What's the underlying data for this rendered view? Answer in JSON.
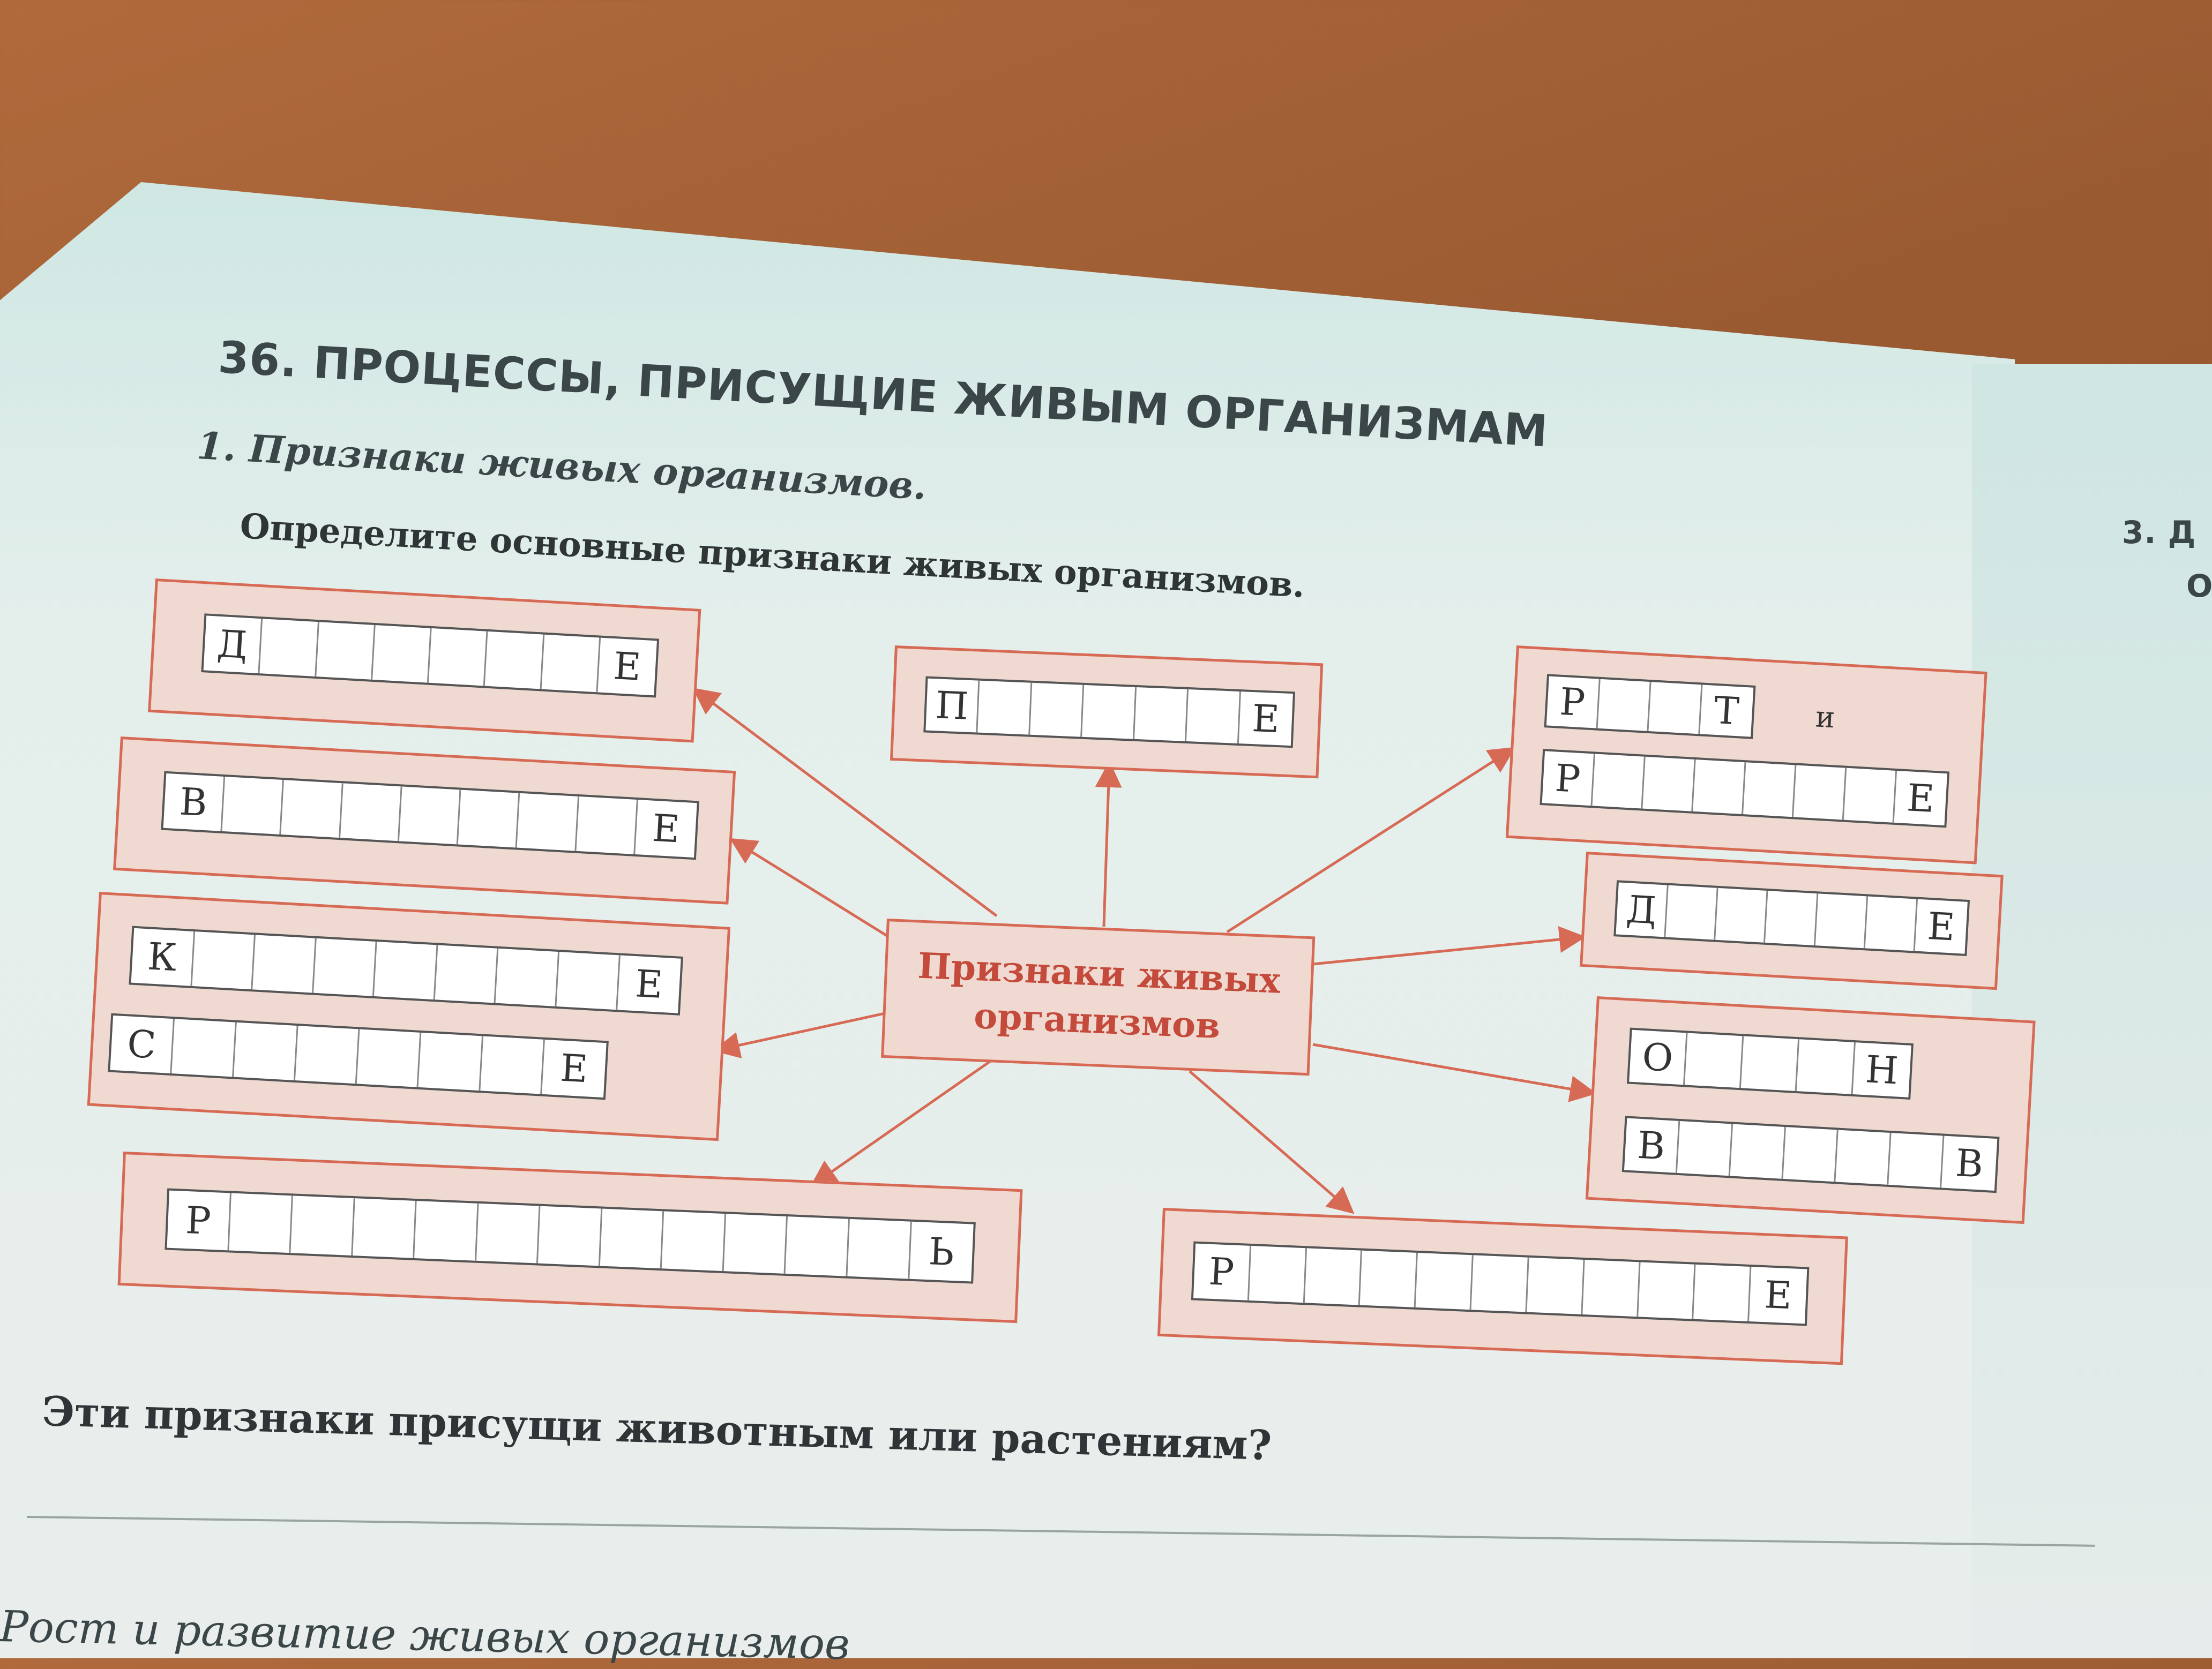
{
  "header": {
    "title": "36. ПРОЦЕССЫ, ПРИСУЩИЕ ЖИВЫМ ОРГАНИЗМАМ",
    "subtitle": "1. Признаки живых организмов.",
    "instruction": "Определите основные признаки живых организмов."
  },
  "center": {
    "line1": "Признаки живых",
    "line2": "организмов"
  },
  "boxes": {
    "l1": {
      "first": "Д",
      "last": "Е"
    },
    "l2": {
      "first": "В",
      "last": "Е"
    },
    "l3a": {
      "first": "К",
      "last": "Е"
    },
    "l3b": {
      "first": "С",
      "last": "Е"
    },
    "bottom_left": {
      "first": "Р",
      "last": "Ь"
    },
    "top_middle": {
      "first": "П",
      "last": "Е"
    },
    "r1a": {
      "first": "Р",
      "mid": "Т",
      "and": "и"
    },
    "r1b": {
      "first": "Р",
      "last": "Е"
    },
    "r2": {
      "first": "Д",
      "last": "Е"
    },
    "r3a": {
      "first": "О",
      "last": "Н"
    },
    "r3b": {
      "first": "В",
      "last": "В"
    },
    "bottom_right": {
      "first": "Р",
      "last": "Е"
    }
  },
  "question": "Эти признаки присущи животным или растениям?",
  "footer": "Рост и развитие живых организмов",
  "right_page": {
    "item": "3. Д",
    "line": "О"
  },
  "colors": {
    "accent": "#d76a55",
    "panel": "#f0d9d0",
    "center_text": "#c44a3c"
  }
}
